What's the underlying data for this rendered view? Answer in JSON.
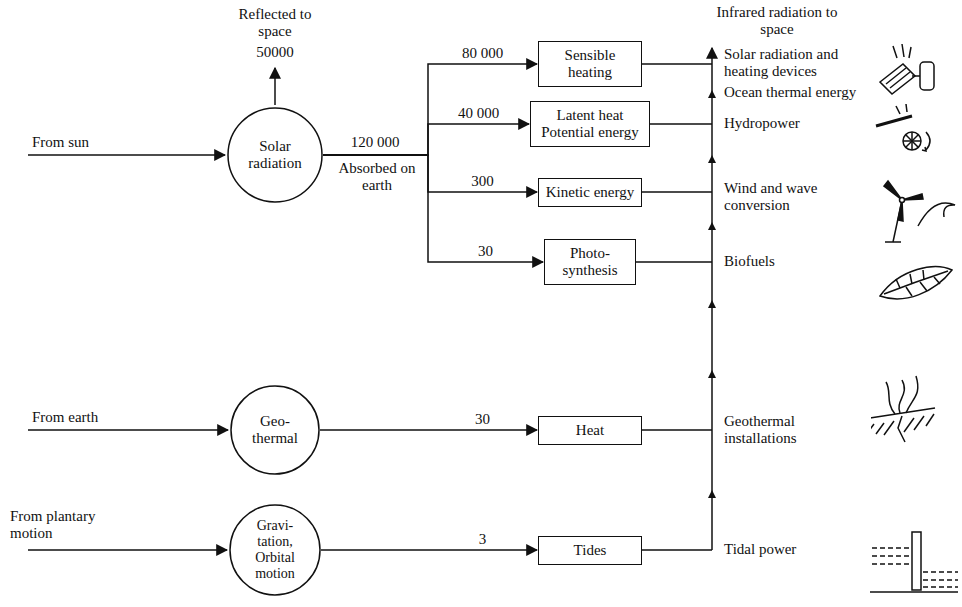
{
  "diagram": {
    "nodes": [
      {
        "text": [
          "Solar radiation"
        ]
      },
      {
        "text": [
          "Sensible heating"
        ]
      },
      {
        "text": [
          "Latent heat Potential energy"
        ]
      },
      {
        "text": [
          "Kinetic energy"
        ]
      },
      {
        "text": [
          "Photo- synthesis"
        ]
      },
      {
        "text": [
          "Geo- thermal"
        ]
      },
      {
        "text": [
          "Heat"
        ]
      },
      {
        "text": [
          "Gravi- tation, Orbital motion"
        ]
      },
      {
        "text": [
          "Tides"
        ]
      }
    ],
    "edges": [
      {
        "from": 0,
        "to": 1,
        "label": "80 000",
        "arrow": "to"
      },
      {
        "from": 0,
        "to": 2,
        "label": "40 000",
        "arrow": "to"
      },
      {
        "from": 0,
        "to": 3,
        "label": "300",
        "arrow": "to"
      },
      {
        "from": 0,
        "to": 4,
        "label": "30",
        "arrow": "to"
      },
      {
        "from": 5,
        "to": 6,
        "label": "30",
        "arrow": "to"
      },
      {
        "from": 7,
        "to": 8,
        "label": "3",
        "arrow": "to"
      }
    ],
    "labels": [
      "Reflected to space",
      "50000",
      "From sun",
      "120 000",
      "Absorbed on earth",
      "Infrared radiation to space",
      "Solar radiation and heating devices",
      "Ocean thermal energy",
      "Hydropower",
      "Wind and wave conversion",
      "Biofuels",
      "From earth",
      "Geothermal installations",
      "From plantary motion",
      "Tidal power"
    ]
  }
}
